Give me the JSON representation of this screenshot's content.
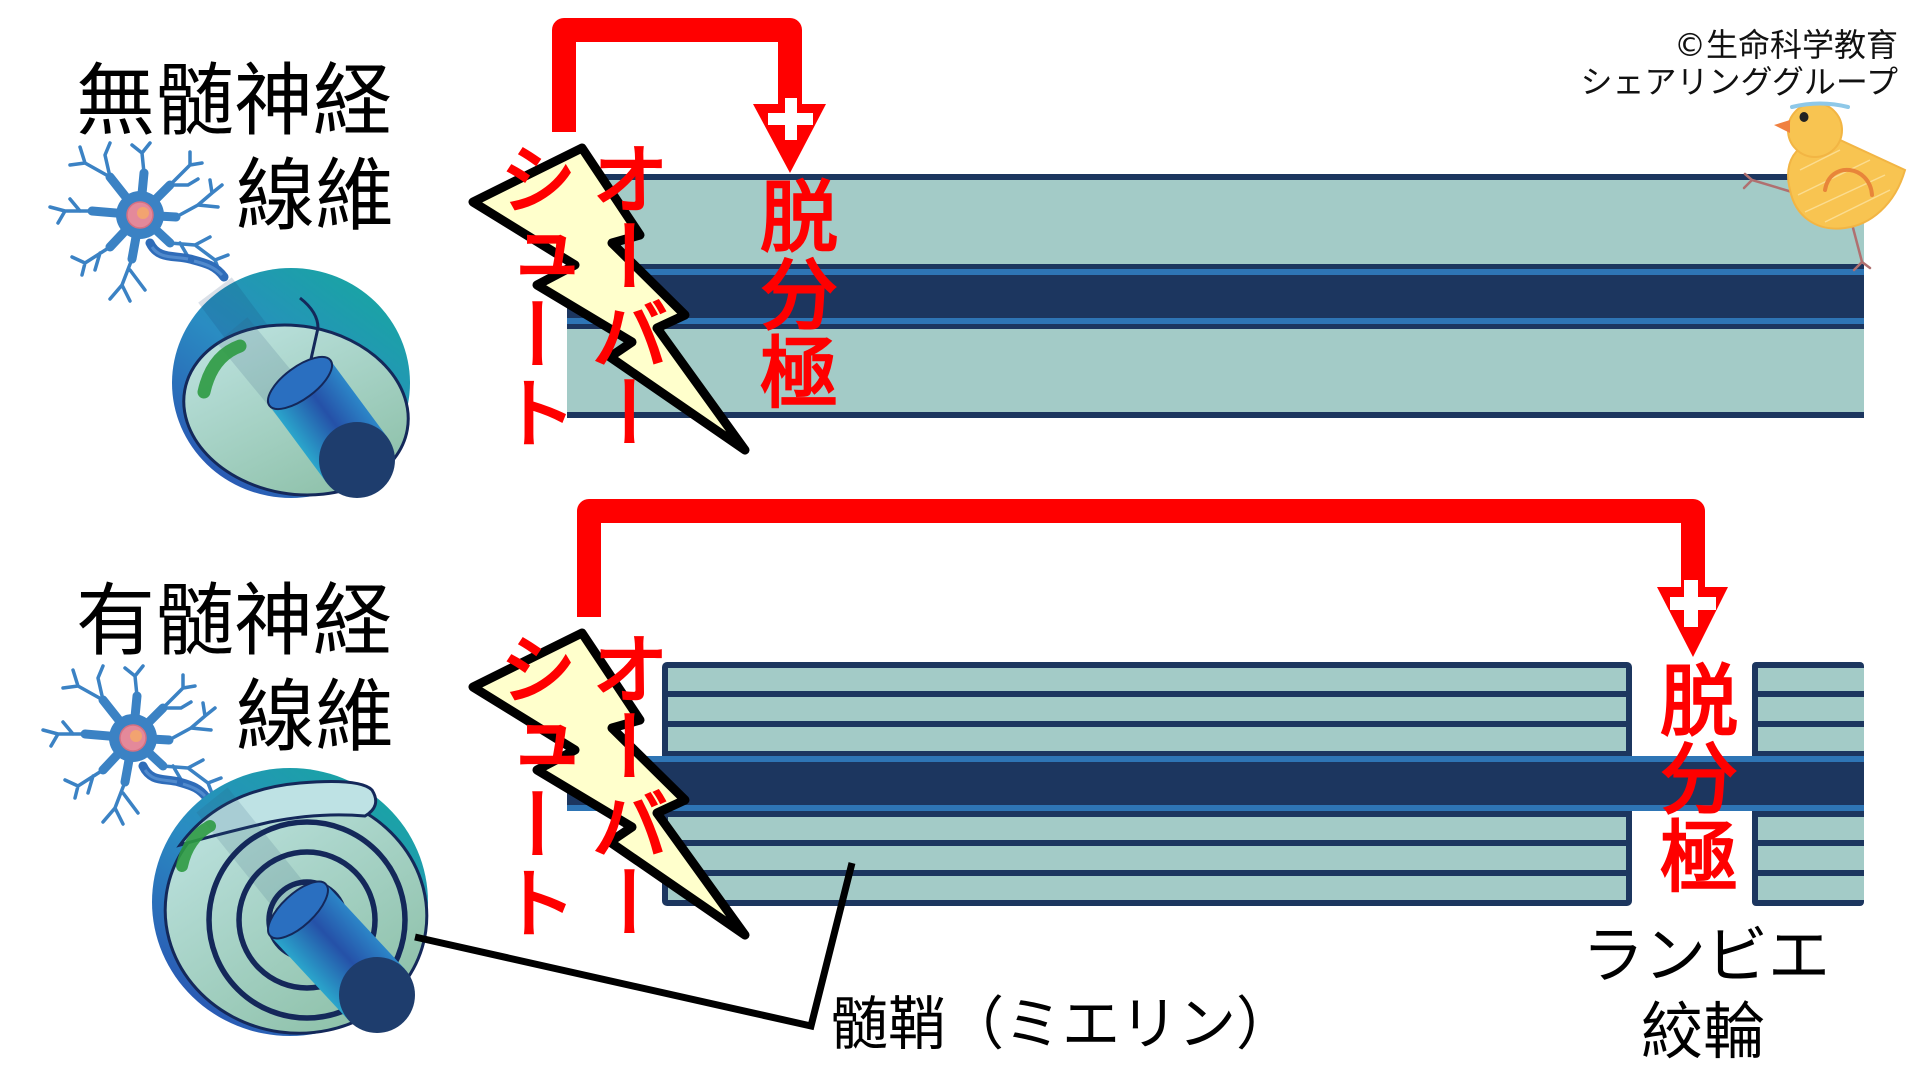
{
  "copyright": {
    "line1": "©生命科学教育",
    "line2": "シェアリンググループ"
  },
  "unmyelinated_fiber": {
    "title_line1": "無髄神経",
    "title_line2": "線維",
    "overshoot_columns": [
      "オーバー",
      "シュート"
    ],
    "overshoot_full": "オーバーシュート",
    "depolarization_label": "脱分極"
  },
  "myelinated_fiber": {
    "title_line1": "有髄神経",
    "title_line2": "線維",
    "overshoot_columns": [
      "オーバー",
      "シュート"
    ],
    "overshoot_full": "オーバーシュート",
    "depolarization_label": "脱分極",
    "myelin_label": "髄鞘（ミエリン）",
    "node_label_line1": "ランビエ",
    "node_label_line2": "絞輪"
  },
  "icons": {
    "neuron": "neuron-icon",
    "fiber_cross_section": "fiber-cross-section-icon",
    "stimulus": "lightning-bolt-icon",
    "current_flow": "red-bracket-arrow-icon",
    "positive_charge": "plus-icon",
    "mascot": "chick-mascot-icon"
  },
  "colors": {
    "red": "#FF0000",
    "teal": "#A3CBC7",
    "navy": "#1C365F",
    "blue": "#2E75B5",
    "bolt_fill": "#FFFFCC",
    "neuron_blue": "#3B82C4"
  }
}
